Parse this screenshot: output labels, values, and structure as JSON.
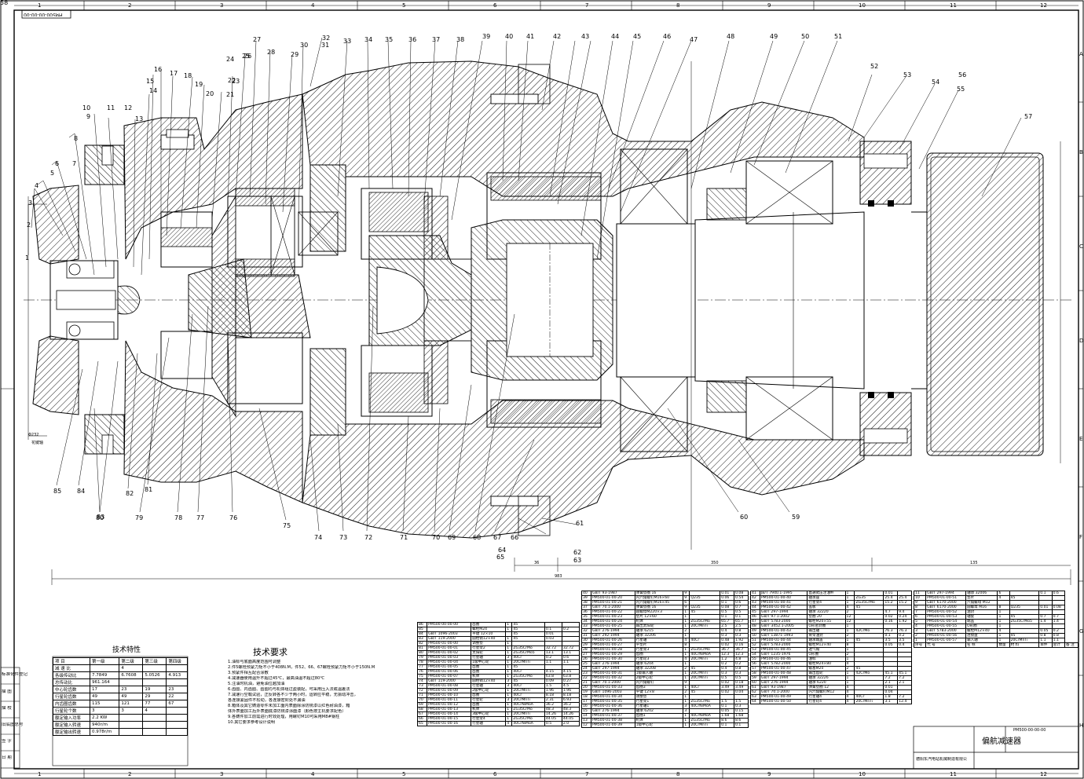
{
  "drawing_number_rotated": "PM500-00-00-00",
  "title_block": {
    "title": "偏航减速器",
    "drawing_no": "PM500-00-00-00",
    "company": "德阳东汽电站机械制造有限公"
  },
  "zone_numbers_top": [
    "1",
    "2",
    "3",
    "4",
    "5",
    "6",
    "7",
    "8",
    "9",
    "10",
    "11",
    "12"
  ],
  "zone_numbers_bottom": [
    "1",
    "2",
    "3",
    "4",
    "5",
    "6",
    "7",
    "8",
    "9",
    "10",
    "11",
    "12"
  ],
  "zone_letters_right": [
    "A",
    "B",
    "C",
    "D",
    "E",
    "F",
    "G",
    "H"
  ],
  "balloons_top": [
    "1",
    "2",
    "3",
    "4",
    "5",
    "6",
    "7",
    "8",
    "9",
    "10",
    "11",
    "12",
    "13",
    "14",
    "15",
    "16",
    "17",
    "18",
    "19",
    "20",
    "21",
    "22",
    "23",
    "24",
    "25",
    "26",
    "27",
    "28",
    "29",
    "30",
    "31",
    "32",
    "33",
    "34",
    "35",
    "36",
    "37",
    "38",
    "39",
    "40",
    "41",
    "42",
    "43",
    "44",
    "45",
    "46",
    "47",
    "48",
    "49",
    "50",
    "51",
    "52",
    "53",
    "54",
    "55",
    "56",
    "57",
    "58"
  ],
  "balloons_bottom": [
    "85",
    "84",
    "83",
    "82",
    "81",
    "80",
    "79",
    "78",
    "77",
    "76",
    "75",
    "74",
    "73",
    "72",
    "71",
    "70",
    "69",
    "68",
    "67",
    "66",
    "65",
    "64",
    "63",
    "62",
    "61",
    "60",
    "59"
  ],
  "dimensions": {
    "overall": "983",
    "d1": "36",
    "d2": "350",
    "d3": "135",
    "flange": "Φ232",
    "spline": "花键轴"
  },
  "tech_char": {
    "title": "技术特性",
    "headers": [
      "项 目",
      "第一级",
      "第二级",
      "第三级",
      "第四级"
    ],
    "rows": [
      [
        "减 速 比",
        "",
        "4",
        "",
        ""
      ],
      [
        "各级传动比",
        "7.7849",
        "6.7608",
        "5.0526",
        "4.913"
      ],
      [
        "总传动比",
        "961.164",
        "",
        "",
        ""
      ],
      [
        "中心轮齿数",
        "17",
        "23",
        "19",
        "23"
      ],
      [
        "行星轮齿数",
        "49",
        "49",
        "29",
        "22"
      ],
      [
        "内齿圈齿数",
        "115",
        "121",
        "77",
        "67"
      ],
      [
        "行星轮个数",
        "3",
        "3",
        "4",
        ""
      ],
      [
        "额定输入功率",
        "2.2 KW",
        "",
        "",
        ""
      ],
      [
        "额定输入转速",
        "940r/m",
        "",
        "",
        ""
      ],
      [
        "额定输出转速",
        "0.978r/m",
        "",
        "",
        ""
      ]
    ]
  },
  "tech_req": {
    "title": "技术要求",
    "lines": [
      "1.油标与底面高度范围可调整",
      "2.件5螺栓预紧力矩不小于408N.M，件52、66、67螺栓预紧力矩不小于150N.M",
      "3.预紧件相互配合涂敷",
      "4.减速器使用温升不超过45℃，最高油温不超过80℃",
      "5.注油时机油，避免油位越加油",
      "6.齿圈、内齿圈、齿圈均与机体组过盈装配，可采用压入法或温差法",
      "7.减速行空载试验，正反转各不少于两小时，运转应平稳，无振动冲击，",
      "各连接紧固件不松动，各连接密封处不漏油",
      "8.箱体及其它铸造零件未加工面内表面除涂防锈漆以红色耐油漆，箱",
      "体外表面加工后外表面底漆防锈漆涂面漆（颜色按主机要求配色）",
      "9.各铸件加工前需进行时效处理，用螺钉M10可采用M8#钢柱",
      "10.其它要求参考设计说明"
    ]
  },
  "revision_labels": [
    "标准化件登记",
    "描 图",
    "描 校",
    "旧底图总号",
    "签 字",
    "日 期"
  ],
  "bom_left": {
    "rows": [
      [
        "86",
        "PM500-00-00-00",
        "齿圈",
        "1",
        "45",
        "",
        ""
      ],
      [
        "85",
        "",
        "螺栓M24",
        "1",
        "45",
        "0.1",
        "0.2"
      ],
      [
        "84",
        "GB/T 1096-2003",
        "平键 12×10",
        "",
        "45",
        "0.01",
        ""
      ],
      [
        "83",
        "GB/T 119-2000",
        "圆柱销12×40",
        "1",
        "45",
        "0.03",
        ""
      ],
      [
        "82",
        "PM500-01-00-00",
        "调整垫",
        "1",
        "",
        "",
        ""
      ],
      [
        "81",
        "PM500-01-00-01",
        "行星架2",
        "1",
        "ZG35CrMo",
        "32.72",
        "32.72"
      ],
      [
        "80",
        "PM500-01-00-02",
        "太阳轮",
        "1",
        "ZG35CrMo5",
        "13.1",
        "13.1"
      ],
      [
        "79",
        "PM500-01-00-03",
        "行星轴",
        "3",
        "40Cr",
        "0.2",
        "0.6"
      ],
      [
        "78",
        "PM500-01-00-04",
        "1级中心轮",
        "1",
        "20CrMnTi",
        "1.1",
        "1.1"
      ],
      [
        "77",
        "PM500-01-00-05",
        "齿圈",
        "1",
        "45",
        "",
        ""
      ],
      [
        "76",
        "PM500-01-00-06",
        "齿圈",
        "1",
        "40Cr",
        "4.15",
        "4.15"
      ],
      [
        "75",
        "PM500-01-00-07",
        "机体",
        "1",
        "ZG35CrMo",
        "63.8",
        "63.8"
      ],
      [
        "74",
        "GB/T 119-2000",
        "圆柱销12×40",
        "3",
        "45",
        "0.09",
        "0.27"
      ],
      [
        "73",
        "PM500-01-00-08",
        "行星轴",
        "3",
        "40Cr",
        "1.5",
        "4.5"
      ],
      [
        "72",
        "PM500-01-00-09",
        "2级中心轮",
        "1",
        "20CrMnTi",
        "1.96",
        "1.96"
      ],
      [
        "71",
        "PM500-01-00-10",
        "齿圈",
        "1",
        "40Cr",
        "8.18",
        "8.18"
      ],
      [
        "70",
        "PM500-01-00-11",
        "行星轮",
        "3",
        "20CrMnTi",
        "2.31",
        "6.93"
      ],
      [
        "69",
        "PM500-01-00-12",
        "齿圈",
        "1",
        "40CrNiMoA",
        "36.2",
        "36.2"
      ],
      [
        "68",
        "PM500-01-00-13",
        "机体",
        "1",
        "ZG35CrMo",
        "48.3",
        "48.3"
      ],
      [
        "67",
        "PM500-01-00-14",
        "3级中心轮",
        "1",
        "20CrMnTi",
        "14.26",
        "14.26"
      ],
      [
        "66",
        "PM500-01-00-15",
        "行星架4",
        "1",
        "ZG35CrMo",
        "44.05",
        "44.05"
      ],
      [
        "65",
        "PM500-01-00-16",
        "行星轴",
        "4",
        "40CrNiMoA",
        "0.5",
        "2.0"
      ]
    ]
  },
  "bom_mid": {
    "rows": [
      [
        "40",
        "GB/T 93-1987",
        "弹簧垫圈 16",
        "9",
        "",
        "0.01",
        "0.08"
      ],
      [
        "39",
        "PM500-01-00-20",
        "内六角螺钉M16×60",
        "9",
        "Q235",
        "0.06",
        "0.54"
      ],
      [
        "38",
        "PM500-01-00-21",
        "内六角螺钉M16×45",
        "6",
        "",
        "0.1",
        "0.6"
      ],
      [
        "37",
        "GB/T 70.1-2000",
        "弹簧垫圈 16",
        "9",
        "Q235",
        "0.08",
        "0.7"
      ],
      [
        "36",
        "PM500-01-00-22",
        "圆螺母M220×3",
        "1",
        "45",
        "0.5",
        "0.5"
      ],
      [
        "35",
        "PM500-01-00-23",
        "垫片 12×60",
        "1",
        "",
        "0.1",
        "0.1"
      ],
      [
        "34",
        "PM500-01-00-24",
        "机体",
        "1",
        "ZG35CrMo",
        "65.7",
        "65.7"
      ],
      [
        "33",
        "PM500-01-00-25",
        "输出太阳轮",
        "1",
        "20CrMnTi",
        "2.5",
        "2.5"
      ],
      [
        "32",
        "GB/T 276-1994",
        "轴承 6215",
        "2",
        "",
        "0.4",
        "0.8"
      ],
      [
        "31",
        "GB/T 292-1994",
        "轴承 32206",
        "1",
        "",
        "0.3",
        "0.3"
      ],
      [
        "30",
        "PM500-01-00-26",
        "行星轴",
        "4",
        "40Cr",
        "0.48",
        "1.92"
      ],
      [
        "29",
        "PM500-01-00-27",
        "平垫片",
        "8",
        "",
        "0.02",
        "0.16"
      ],
      [
        "28",
        "PM500-01-00-28",
        "行星架3",
        "1",
        "ZG35CrMo",
        "36.7",
        "36.7"
      ],
      [
        "27",
        "PM500-01-00-29",
        "齿圈",
        "1",
        "40CrNiMoA",
        "12.3",
        "12.3"
      ],
      [
        "26",
        "PM500-01-00-30",
        "行星轮3",
        "4",
        "20CrMnTi",
        "1.2",
        "4.8"
      ],
      [
        "25",
        "GB/T 276-1994",
        "轴承 6204",
        "1",
        "",
        "0.2",
        "0.2"
      ],
      [
        "24",
        "GB/T 297-1994",
        "轴承 32208",
        "2",
        "45",
        "0.4",
        "0.8"
      ],
      [
        "23",
        "PM500-01-00-31",
        "1级输入轴",
        "1",
        "20CrMnTi",
        "0.3",
        "0.3"
      ],
      [
        "22",
        "PM500-01-00-32",
        "2级中心轮",
        "1",
        "20CrMnTi",
        "0.5",
        "0.5"
      ],
      [
        "21",
        "GB/T 70.1-2000",
        "内六角螺钉",
        "9",
        "",
        "0.02",
        "0.18"
      ],
      [
        "20",
        "PM500-01-00-33",
        "齿圈3",
        "1",
        "40Cr",
        "3.49",
        "3.49"
      ],
      [
        "19",
        "GB/T 1096-2003",
        "平键 12×8",
        "2",
        "45",
        "0.02",
        "0.04"
      ],
      [
        "18",
        "PM500-01-00-34",
        "调整垫",
        "1",
        "",
        "",
        ""
      ],
      [
        "17",
        "PM500-01-00-35",
        "行星架1",
        "1",
        "ZG35CrMo",
        "1.5",
        "1.5"
      ],
      [
        "16",
        "PM500-01-00-36",
        "行星轴1",
        "3",
        "40CrNiMoA",
        "0.1",
        "0.3"
      ],
      [
        "15",
        "GB/T 276-1994",
        "轴承 6202",
        "3",
        "",
        "0.05",
        "0.15"
      ],
      [
        "14",
        "PM500-01-00-37",
        "齿圈1",
        "1",
        "40CrNiMoA",
        "1.68",
        "1.68"
      ],
      [
        "13",
        "PM500-01-00-38",
        "机体",
        "1",
        "ZG35CrMo",
        "8.6",
        "8.6"
      ],
      [
        "12",
        "PM500-01-00-39",
        "1级中心轮",
        "1",
        "20CrMnTi",
        "0.1",
        "0.1"
      ]
    ]
  },
  "bom_right_mid": {
    "rows": [
      [
        "41",
        "JB/T 7940.1-1995",
        "直通式压注油杯",
        "1",
        "",
        "0.01",
        ""
      ],
      [
        "42",
        "PM500-01-00-40",
        "轴承座",
        "1",
        "ZG35",
        "25.4",
        "25.4"
      ],
      [
        "43",
        "PM500-01-00-41",
        "行星架4",
        "1",
        "ZG35CrMo",
        "15.2",
        "15.2"
      ],
      [
        "44",
        "PM500-01-00-42",
        "盖板",
        "4",
        "45",
        "",
        ""
      ],
      [
        "45",
        "GB/T 297-1994",
        "轴承 32220",
        "2",
        "",
        "4.7",
        "9.4"
      ],
      [
        "46",
        "GB/T 97.1-2002",
        "垫圈 20",
        "12",
        "",
        "0.02",
        "0.24"
      ],
      [
        "47",
        "GB/T 5783-2000",
        "螺栓M20×55",
        "12",
        "",
        "0.16",
        "1.92"
      ],
      [
        "48",
        "GB/T 3452.1-2005",
        "O形密封圈",
        "1",
        "",
        "",
        ""
      ],
      [
        "49",
        "PM500-01-00-43",
        "输出轴",
        "1",
        "42CrMo",
        "76.3",
        "76.3"
      ],
      [
        "50",
        "GB/T 13871-1993",
        "骨架油封",
        "2",
        "",
        "0.1",
        "0.2"
      ],
      [
        "51",
        "PM500-01-00-44",
        "轴承端盖",
        "1",
        "45",
        "3.5",
        "3.5"
      ],
      [
        "52",
        "GB/T 5783-2000",
        "螺栓M12×40",
        "8",
        "",
        "0.05",
        "0.4"
      ],
      [
        "53",
        "PM500-01-00-45",
        "透气帽",
        "1",
        "",
        "",
        ""
      ],
      [
        "54",
        "GB/T 1235-1976",
        "O形圈",
        "2",
        "",
        "",
        ""
      ],
      [
        "55",
        "PM500-01-00-46",
        "油标",
        "1",
        "",
        "",
        ""
      ],
      [
        "56",
        "GB/T 5782-2000",
        "螺栓M24×80",
        "4",
        "",
        "",
        ""
      ],
      [
        "57",
        "PM500-01-00-47",
        "螺塞M20",
        "2",
        "45",
        "",
        ""
      ],
      [
        "58",
        "PM500-01-00-48",
        "输出齿轮",
        "1",
        "42CrMo",
        "45.1",
        "45.1"
      ],
      [
        "59",
        "GB/T 297-1994",
        "轴承 32226",
        "1",
        "",
        "7.2",
        "7.2"
      ],
      [
        "60",
        "GB/T 276-1994",
        "轴承 6220",
        "1",
        "",
        "2.1",
        "2.1"
      ],
      [
        "61",
        "GB/T 93-1987",
        "弹簧垫圈 12",
        "4",
        "",
        "0.01",
        ""
      ],
      [
        "62",
        "GB/T 70.1-2000",
        "内六角螺钉M12",
        "4",
        "",
        "0.04",
        ""
      ],
      [
        "63",
        "PM500-01-00-49",
        "行星轴4",
        "4",
        "40Cr",
        "1.8",
        "7.2"
      ],
      [
        "64",
        "PM500-01-00-50",
        "行星轮4",
        "4",
        "20CrMnTi",
        "3.1",
        "12.4"
      ]
    ]
  },
  "bom_right": {
    "rows": [
      [
        "11",
        "GB/T 297-1994",
        "轴承 32006",
        "6",
        "",
        "0.1",
        "0.6"
      ],
      [
        "10",
        "PM500-01-00-51",
        "垫片",
        "4",
        "45",
        "",
        ""
      ],
      [
        "9",
        "GB/T 6170-2000",
        "六角螺母 M12",
        "",
        "",
        "",
        ""
      ],
      [
        "8",
        "GB/T 6170-2000",
        "圆螺母 M16",
        "8",
        "Q235",
        "0.01",
        "0.08"
      ],
      [
        "7",
        "PM500-01-00-52",
        "油封",
        "1",
        "",
        "",
        ""
      ],
      [
        "6",
        "PM500-01-00-53",
        "轴套",
        "1",
        "45",
        "0.7",
        "0.7"
      ],
      [
        "5",
        "PM500-01-00-54",
        "端盖",
        "1",
        "ZG35CrMo5",
        "1.4",
        "1.4"
      ],
      [
        "4",
        "PM500-01-00-55",
        "O形圈",
        "1",
        "",
        "",
        ""
      ],
      [
        "3",
        "GB/T 5783-2000",
        "螺栓M12×40",
        "4",
        "",
        "0.05",
        "0.2"
      ],
      [
        "2",
        "PM500-01-00-56",
        "连接盘",
        "1",
        "45",
        "0.8",
        "0.8"
      ],
      [
        "1",
        "PM500-01-00-57",
        "输入轴",
        "1",
        "20CrMnTi",
        "1.1",
        "1.1"
      ]
    ],
    "header": [
      "序号",
      "代 号",
      "名 称",
      "数量",
      "材 料",
      "单件",
      "总计",
      "备 注"
    ]
  }
}
